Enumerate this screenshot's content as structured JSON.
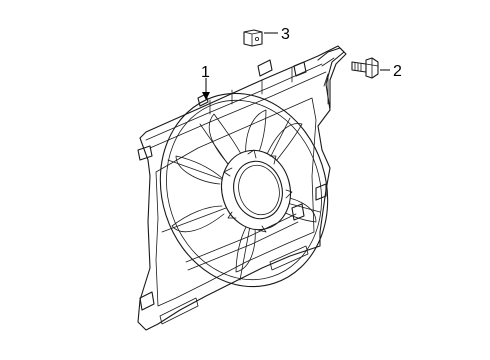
{
  "callouts": {
    "c1": "1",
    "c2": "2",
    "c3": "3"
  },
  "parts": {
    "shroud": "fan-shroud-assembly",
    "bolt": "mounting-bolt",
    "clip": "retaining-clip"
  },
  "colors": {
    "line": "#1a1a1a",
    "background": "#ffffff"
  }
}
